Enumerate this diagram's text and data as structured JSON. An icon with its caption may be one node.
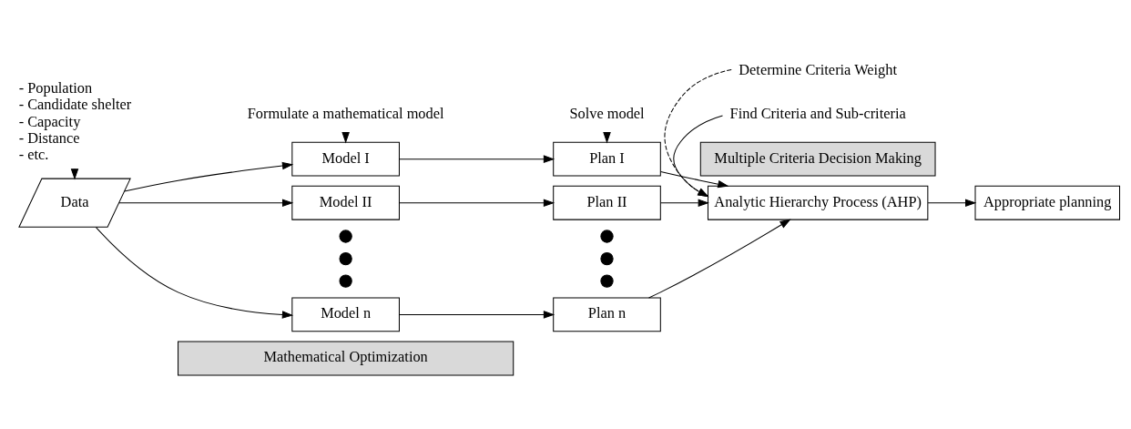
{
  "diagram": {
    "nodes": [
      {
        "text": [
          "- Population",
          "- Candidate shelter",
          "- Capacity",
          "- Distance",
          "- etc."
        ]
      },
      {
        "text": [
          "Data"
        ]
      },
      {
        "text": [
          "Formulate a mathematical model"
        ]
      },
      {
        "text": [
          "Model I"
        ]
      },
      {
        "text": [
          "Model II"
        ]
      },
      {
        "text": [],
        "shape": "circle"
      },
      {
        "text": [],
        "shape": "circle"
      },
      {
        "text": [],
        "shape": "circle"
      },
      {
        "text": [
          "Model n"
        ]
      },
      {
        "text": [
          "Solve model"
        ]
      },
      {
        "text": [
          "Plan I"
        ]
      },
      {
        "text": [
          "Plan II"
        ]
      },
      {
        "text": [],
        "shape": "circle"
      },
      {
        "text": [],
        "shape": "circle"
      },
      {
        "text": [],
        "shape": "circle"
      },
      {
        "text": [
          "Plan n"
        ]
      },
      {
        "text": [
          "Determine Criteria Weight"
        ]
      },
      {
        "text": [
          "Analytic Hierarchy Process (AHP)"
        ]
      },
      {
        "text": [
          "Find Criteria and Sub-criteria"
        ]
      },
      {
        "text": [
          "Appropriate planning"
        ]
      },
      {
        "text": [
          "Mathematical Optimization"
        ]
      },
      {
        "text": [
          "Multiple Criteria Decision Making"
        ]
      }
    ],
    "edges": [
      {
        "from": 0,
        "to": 1,
        "arrow": "to"
      },
      {
        "from": 1,
        "to": 3,
        "arrow": "to"
      },
      {
        "from": 1,
        "to": 4,
        "arrow": "to"
      },
      {
        "from": 1,
        "to": 8,
        "arrow": "to"
      },
      {
        "from": 2,
        "to": 3,
        "arrow": "to",
        "style": "dashed"
      },
      {
        "from": 3,
        "to": 10,
        "arrow": "to"
      },
      {
        "from": 4,
        "to": 11,
        "arrow": "to"
      },
      {
        "from": 8,
        "to": 15,
        "arrow": "to"
      },
      {
        "from": 9,
        "to": 10,
        "arrow": "to",
        "style": "dashed"
      },
      {
        "from": 10,
        "to": 17,
        "arrow": "to"
      },
      {
        "from": 11,
        "to": 17,
        "arrow": "to"
      },
      {
        "from": 15,
        "to": 17,
        "arrow": "to"
      },
      {
        "from": 16,
        "to": 17,
        "arrow": "to",
        "style": "dashed"
      },
      {
        "from": 18,
        "to": 17,
        "arrow": "to"
      },
      {
        "from": 17,
        "to": 19,
        "arrow": "to"
      }
    ]
  }
}
